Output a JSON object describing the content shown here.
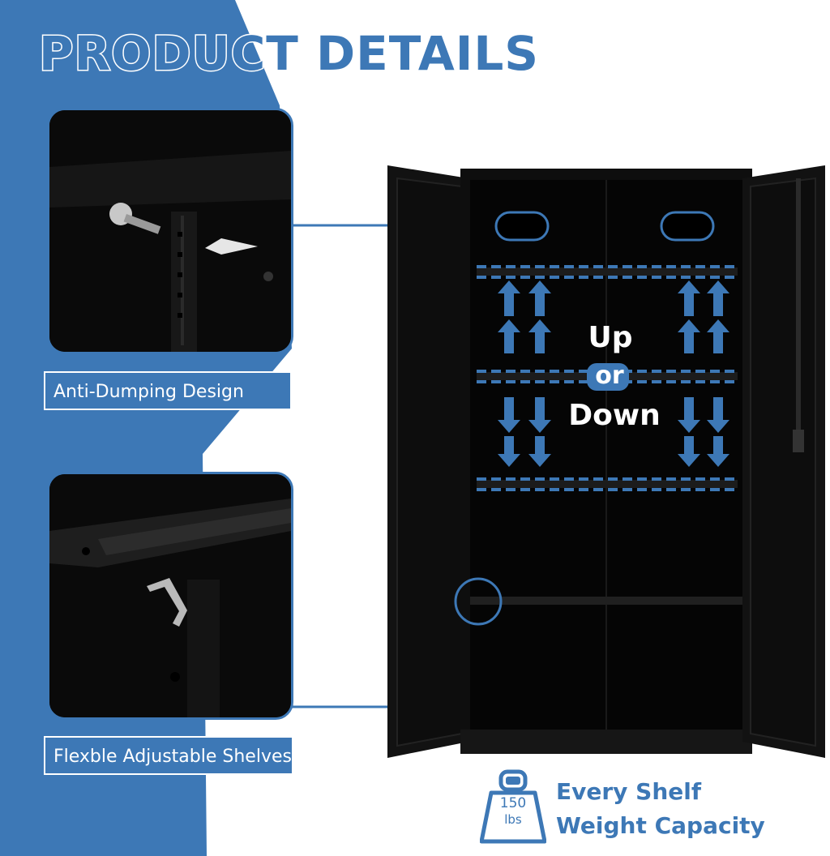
{
  "page": {
    "title": "PRODUCT DETAILS",
    "accent_color": "#3d78b6"
  },
  "features": [
    {
      "label": "Anti-Dumping Design"
    },
    {
      "label": "Flexble Adjustable Shelves"
    }
  ],
  "cabinet": {
    "shelf_text": {
      "up": "Up",
      "or": "or",
      "down": "Down"
    }
  },
  "capacity": {
    "icon": "weight-icon",
    "weight_value": "150",
    "weight_unit": "lbs",
    "line1": "Every Shelf",
    "line2": "Weight Capacity"
  }
}
